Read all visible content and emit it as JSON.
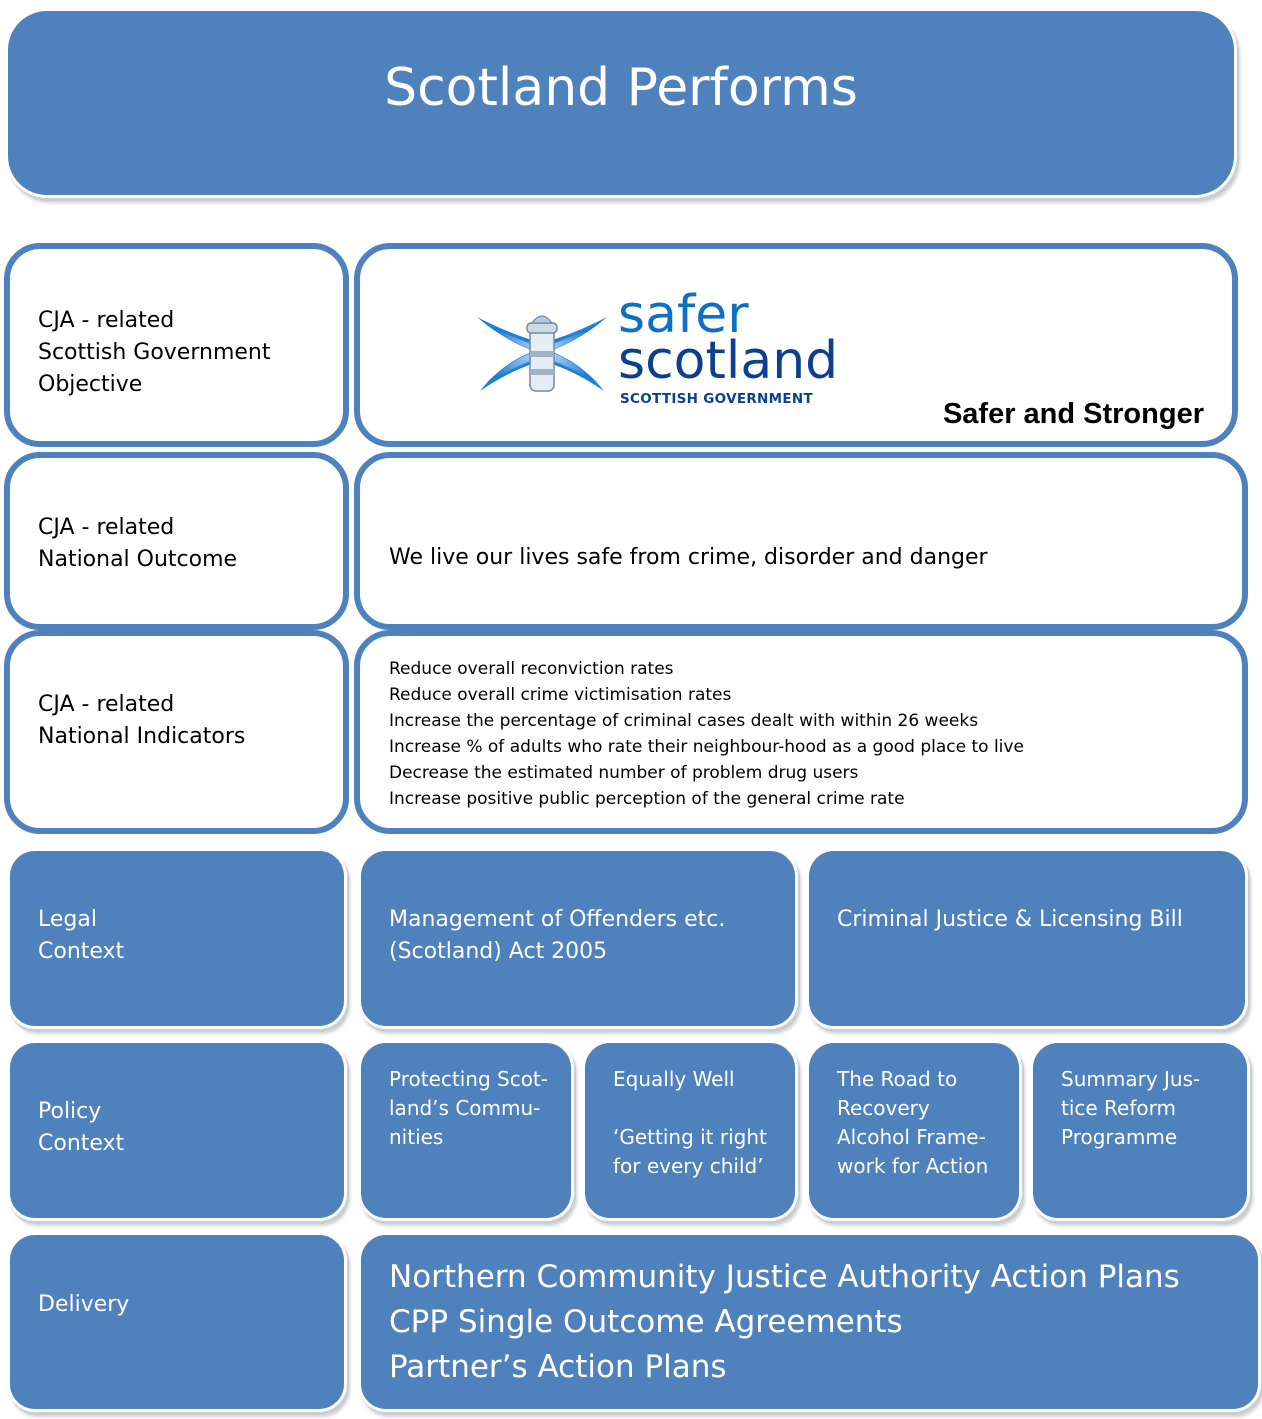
{
  "header": {
    "title": "Scotland Performs"
  },
  "rows": {
    "objective": {
      "label": [
        "CJA - related",
        "Scottish Government",
        "Objective"
      ],
      "logo": {
        "line1": "safer",
        "line2": "scotland",
        "line3": "SCOTTISH GOVERNMENT"
      },
      "tagline": "Safer and Stronger"
    },
    "outcome": {
      "label": [
        "CJA - related",
        "National Outcome"
      ],
      "text": "We live our lives safe from crime, disorder and danger"
    },
    "indicators": {
      "label": [
        "CJA - related",
        "National Indicators"
      ],
      "items": [
        "Reduce overall reconviction rates",
        "Reduce overall crime victimisation rates",
        "Increase the percentage of criminal cases dealt with within 26 weeks",
        "Increase % of adults who rate their neighbour-hood as a good place to live",
        "Decrease the estimated number of problem drug users",
        "Increase positive public perception of the general crime rate"
      ]
    },
    "legal": {
      "label": [
        "Legal",
        "Context"
      ],
      "items": [
        [
          "Management of Offenders etc.",
          "(Scotland) Act 2005"
        ],
        [
          "Criminal Justice & Licensing Bill"
        ]
      ]
    },
    "policy": {
      "label": [
        "Policy",
        "Context"
      ],
      "items": [
        [
          "Protecting Scot-",
          "land’s Commu-",
          "nities"
        ],
        [
          "Equally Well",
          "",
          "‘Getting it right",
          "for every child’"
        ],
        [
          "The Road to",
          "Recovery",
          "Alcohol Frame-",
          "work for Action"
        ],
        [
          "Summary Jus-",
          "tice Reform",
          "Programme"
        ]
      ]
    },
    "delivery": {
      "label": "Delivery",
      "lines": [
        "Northern Community Justice Authority Action Plans",
        "CPP Single Outcome Agreements",
        "Partner’s Action Plans"
      ]
    }
  },
  "colors": {
    "box_blue": "#4f81bd",
    "logo_blue": "#0f6fc6",
    "logo_navy": "#0d3f8f"
  },
  "icons": {
    "logo_mark": "saltire-lighthouse-icon"
  }
}
